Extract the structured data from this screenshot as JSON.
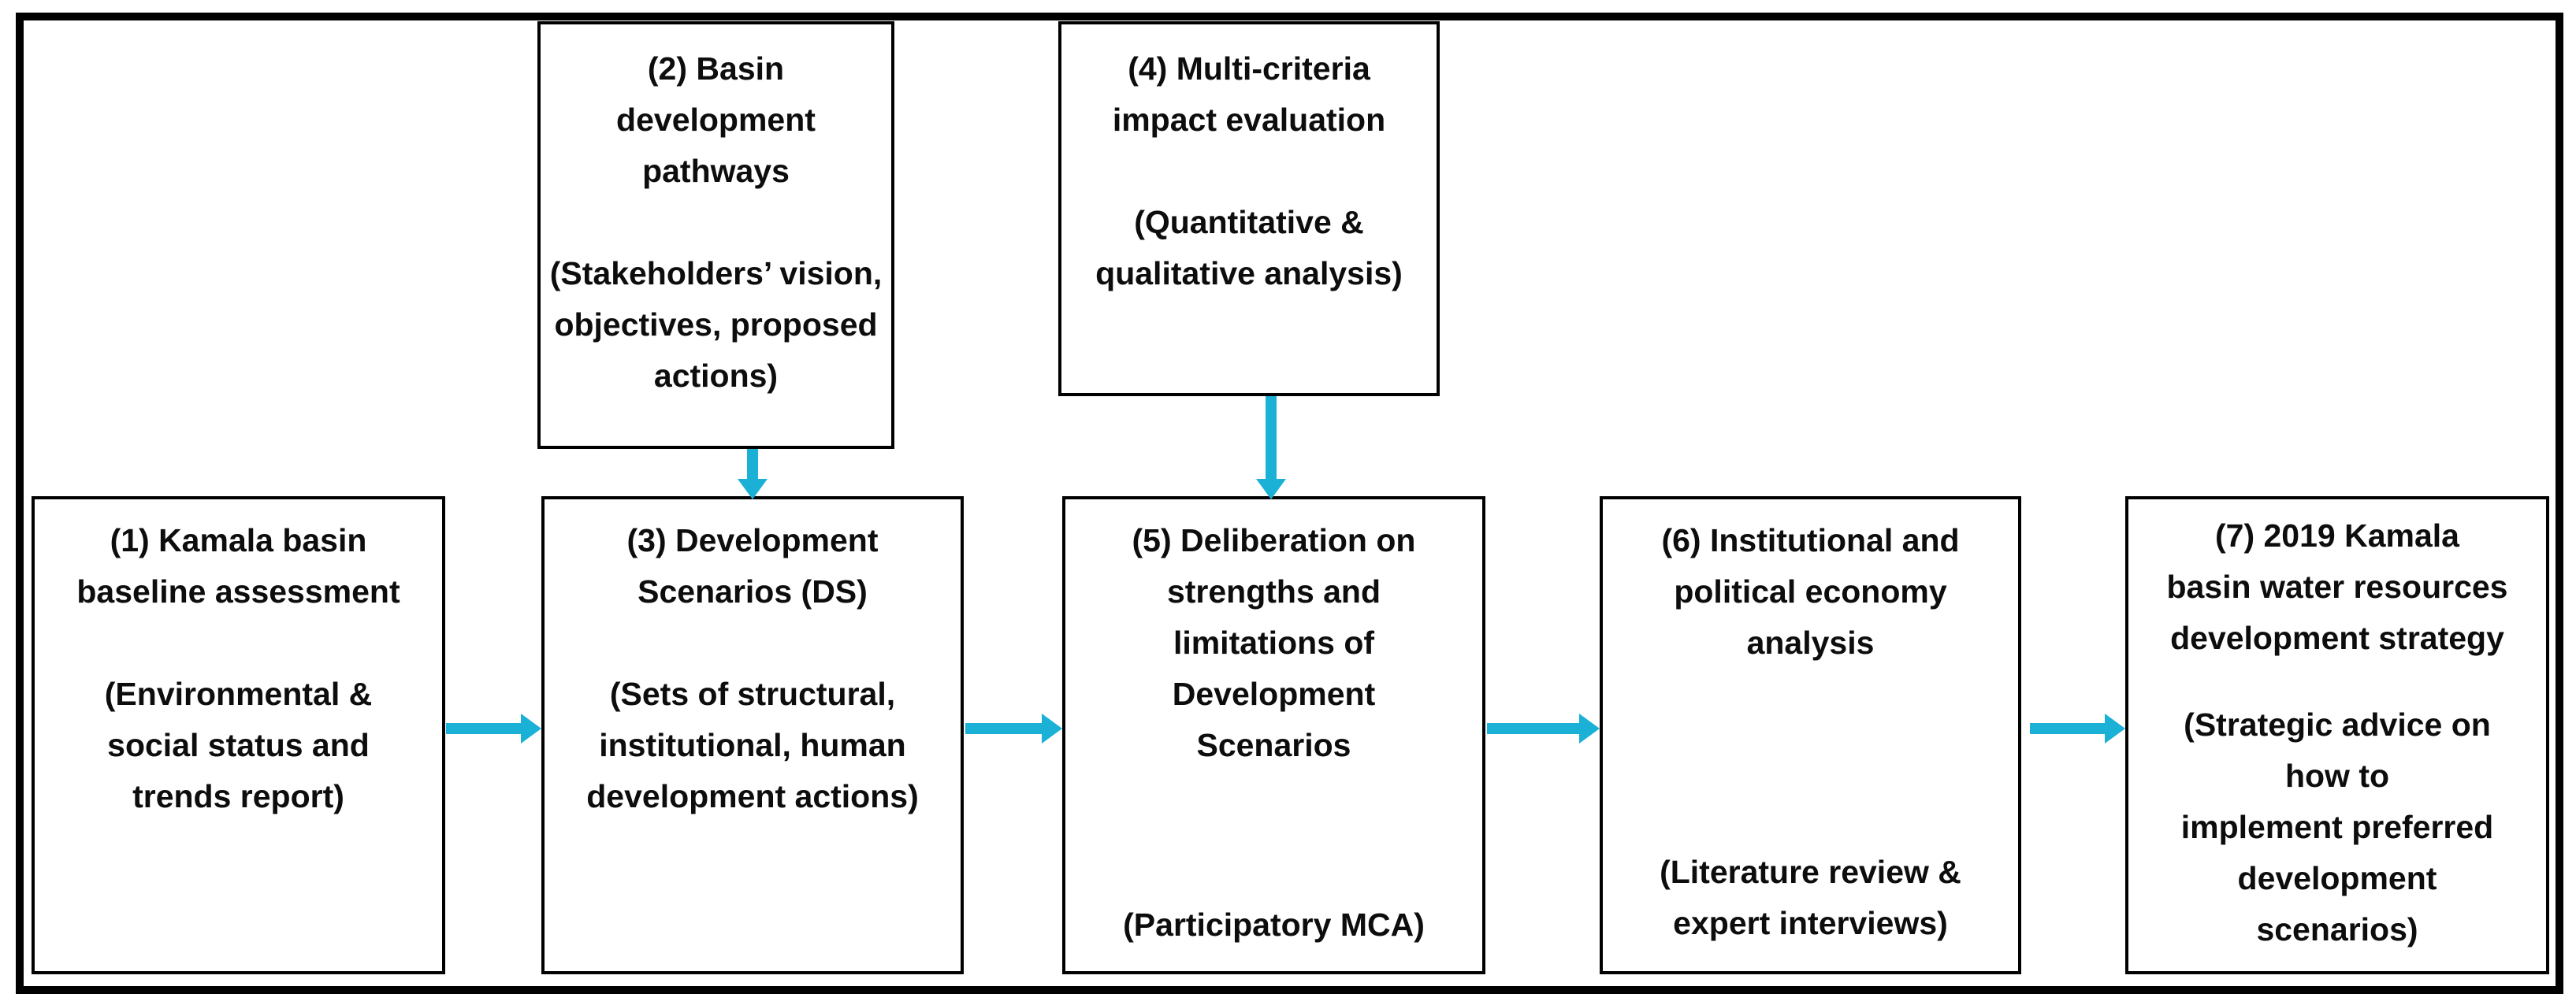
{
  "diagram": {
    "description": "Kamala basin water resources development strategy process flowchart",
    "arrow_color": "#1BB1D6",
    "box_border_color": "#000000",
    "text_color": "#0d0d0d",
    "boxes": [
      {
        "id": "1",
        "title": "(1) Kamala basin\nbaseline assessment",
        "subtitle": "(Environmental &\nsocial status and\ntrends report)"
      },
      {
        "id": "2",
        "title": "(2) Basin\ndevelopment\npathways",
        "subtitle": "(Stakeholders’ vision,\nobjectives, proposed\nactions)"
      },
      {
        "id": "3",
        "title": "(3) Development\nScenarios (DS)",
        "subtitle": "(Sets of structural,\ninstitutional, human\ndevelopment actions)"
      },
      {
        "id": "4",
        "title": "(4) Multi-criteria\nimpact evaluation",
        "subtitle": "(Quantitative &\nqualitative analysis)"
      },
      {
        "id": "5",
        "title": "(5) Deliberation on\nstrengths and\nlimitations of\nDevelopment\nScenarios",
        "subtitle": "(Participatory MCA)"
      },
      {
        "id": "6",
        "title": "(6) Institutional and\npolitical economy\nanalysis",
        "subtitle": "(Literature review &\nexpert interviews)"
      },
      {
        "id": "7",
        "title": "(7) 2019 Kamala\nbasin water resources\ndevelopment strategy",
        "subtitle": "(Strategic advice on\nhow to\nimplement preferred\ndevelopment\nscenarios)"
      }
    ],
    "connections": [
      {
        "from": "1",
        "to": "3",
        "direction": "right"
      },
      {
        "from": "2",
        "to": "3",
        "direction": "down"
      },
      {
        "from": "3",
        "to": "5",
        "direction": "right"
      },
      {
        "from": "4",
        "to": "5",
        "direction": "down"
      },
      {
        "from": "5",
        "to": "6",
        "direction": "right"
      },
      {
        "from": "6",
        "to": "7",
        "direction": "right"
      }
    ]
  }
}
